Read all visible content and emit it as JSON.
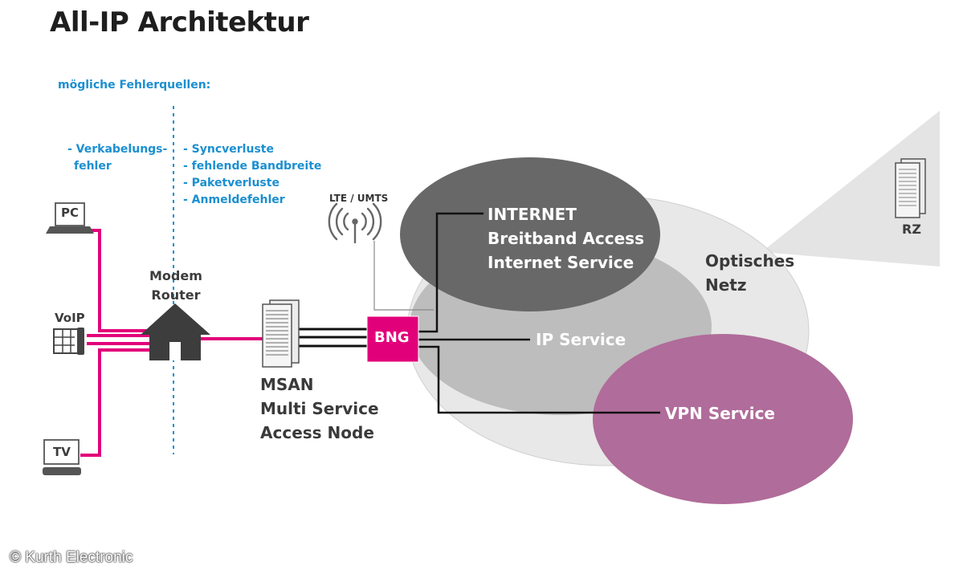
{
  "title": "All-IP Architektur",
  "fehlerquellen": {
    "heading": "mögliche Fehlerquellen:",
    "left": [
      "- Verkabelungs-",
      "fehler"
    ],
    "right": [
      "- Syncverluste",
      "- fehlende Bandbreite",
      "- Paketverluste",
      "- Anmeldefehler"
    ]
  },
  "devices": {
    "pc": "PC",
    "voip": "VoIP",
    "tv": "TV"
  },
  "modem": [
    "Modem",
    "Router"
  ],
  "lte": "LTE / UMTS",
  "msan": [
    "MSAN",
    "Multi Service",
    "Access Node"
  ],
  "bng": "BNG",
  "internet": [
    "INTERNET",
    "Breitband Access",
    "Internet Service"
  ],
  "ip_service": "IP Service",
  "vpn_service": "VPN Service",
  "optisches_netz": [
    "Optisches",
    "Netz"
  ],
  "rz": "RZ",
  "copyright": "© Kurth Electronic",
  "colors": {
    "magenta": "#e2007a",
    "dark_gray": "#666666",
    "mid_gray": "#bcbcbc",
    "light_gray": "#e6e6e6",
    "vpn": "#b06c9a",
    "blue": "#1b8fd0"
  }
}
